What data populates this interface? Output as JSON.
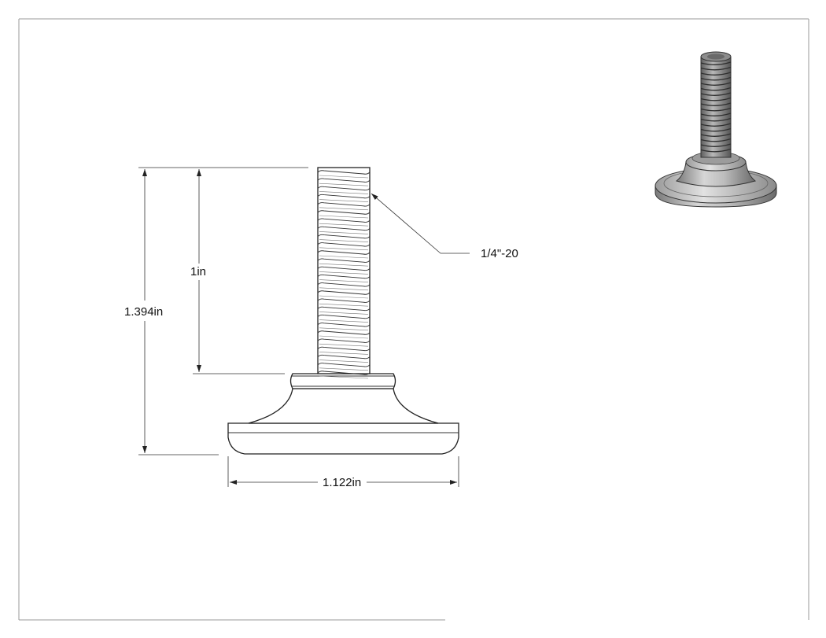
{
  "drawing": {
    "dimensions": {
      "overall_height": "1.394in",
      "thread_length": "1in",
      "base_diameter": "1.122in"
    },
    "thread_callout": "1/4\"-20",
    "colors": {
      "line": "#222222",
      "frame": "#9a9a9a",
      "shade_dark": "#6f6f6f",
      "shade_light": "#cfcfcf"
    }
  }
}
